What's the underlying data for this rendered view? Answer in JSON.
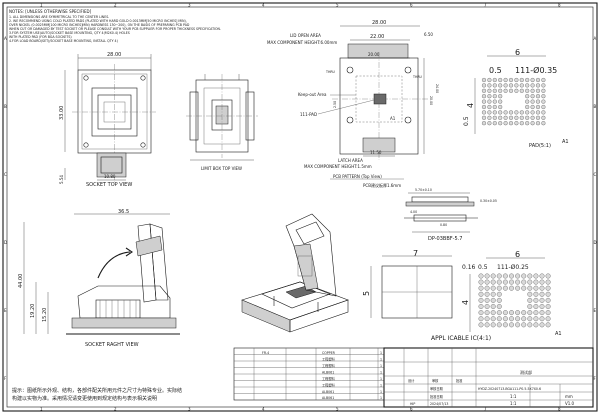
{
  "notes": {
    "header": "NOTES: [UNLESS OTHERWISE SPECIFIED]",
    "lines": [
      "1. ALL DIMENSIONS ARE SYMMETRICAL TO THE CENTER LINES.",
      "2. WE RECOMMEND USING COLD PLATED PADS (PLATED WITH HARD GOLD 0.0013MM[50 MICRO INCHES] MIN),",
      "OVER NICKEL (0.0025MM[100 MICRO INCHES]MIN) HARDNESS 130~200), ON THE BASIS OF PREPARING PCB PAD",
      "WHEN CUT OR DAMAGED BY TEST SOCKET OR PLEASE CONSULT WITH YOUR PCB SUPPLIER FOR PROPER THICKNESS SPECIFICATION.",
      "3.FOR SYSTEM USE(AUTO)SOCKET BASE MOUNTING, QTY 4(M2X0.4) HOLES",
      "WITH PLATED PAD (FOR BGA SOCKETS)",
      "4.FOR LOAD BOARD(SET)/SOCKET BASE MOUNTING, INSTALL QTY 4)"
    ]
  },
  "top_view": {
    "dim_width": "28.00",
    "dim_height": "33.00",
    "dim_small": "5.54",
    "dim_bottom": "10.80",
    "caption": "SOCKET TOP VIEW"
  },
  "lid_view": {
    "caption": "LIMIT BOX  TOP VIEW"
  },
  "pcb_view": {
    "lid_open_label": "LID OPEN AREA",
    "lid_open_height": "MAX COMPONENT HEIGHT:6.00mm",
    "dim_28": "28.00",
    "dim_22": "22.00",
    "dim_650": "6.50",
    "dim_2000": "20.00",
    "keepout": "Keep-out Area",
    "pad_label": "111-PAD",
    "thru_label": "THRU",
    "latch_label": "LATCH AREA",
    "latch_height": "MAX COMPONENT HEIGHT:1.5mm",
    "dim_1150": "11.50",
    "pattern_title": "PCB PATTERN (Top View)",
    "pcb_thickness": "PCB建议板厚1.6mm",
    "a1": "A1",
    "side_dims": [
      "20.00",
      "24.00",
      "2.50",
      "28.00"
    ]
  },
  "pad_detail": {
    "dim_6": "6",
    "dim_05": "0.5",
    "pad_spec": "111-Ø0.35",
    "dim_4": "4",
    "dim_05_side": "0.5",
    "caption": "PAD(5:1)",
    "a1": "A1"
  },
  "part_view": {
    "caption": "DP-03BBF-5.7",
    "dims": [
      "5.70±0.10",
      "4.00",
      "0.30±0.05",
      "0.80"
    ]
  },
  "app_ic": {
    "dim_6": "6",
    "dim_016": "0.16",
    "dim_05": "0.5",
    "pad_spec": "111-Ø0.25",
    "dim_4": "4",
    "dim_7": "7",
    "dim_5": "5",
    "caption": "APPL ICABLE IC(4:1)",
    "a1": "A1"
  },
  "side_view": {
    "dim_top": "36.5",
    "dim_44": "44.00",
    "dim_1920": "19.20",
    "dim_1520": "15.20",
    "caption": "SOCKET RAGHT VIEW"
  },
  "bom": {
    "rows": [
      [
        "",
        "FR-4",
        "",
        "COPPER",
        "1"
      ],
      [
        "",
        "",
        "",
        "工程塑料",
        "1"
      ],
      [
        "",
        "",
        "",
        "工程塑料",
        "1"
      ],
      [
        "",
        "",
        "",
        "ALB061",
        "1"
      ],
      [
        "",
        "",
        "",
        "工程塑料",
        "1"
      ],
      [
        "",
        "",
        "",
        "工程塑料",
        "1"
      ],
      [
        "",
        "",
        "",
        "ALB061",
        "1"
      ],
      [
        "",
        "",
        "",
        "ALB061",
        "1"
      ]
    ]
  },
  "title_block": {
    "drawing_no": "HYDZ-20240713-BGA111-P0.5-5X7X0.6",
    "scale": "1:1",
    "unit": "mm",
    "version": "V1.0",
    "sheet": "1:1",
    "designer": "测试部",
    "hdr_labels": [
      "设计",
      "审核",
      "批准"
    ],
    "date_label": "审核日期",
    "approve": "批准日期",
    "mark": "HIP",
    "rev_date": "2024/07/13"
  },
  "footer_note": {
    "lines": [
      "提示：图纸所示外观、结构，各部件配关所用元件之尺寸为特殊专业。实际结",
      "构建以实物为准。采用情况请变更使用到规定结构与表示相关说明"
    ]
  },
  "ruler": {
    "top": [
      "1",
      "2",
      "3",
      "4",
      "5",
      "6",
      "7",
      "8"
    ],
    "side": [
      "A",
      "B",
      "C",
      "D",
      "E",
      "F"
    ]
  }
}
